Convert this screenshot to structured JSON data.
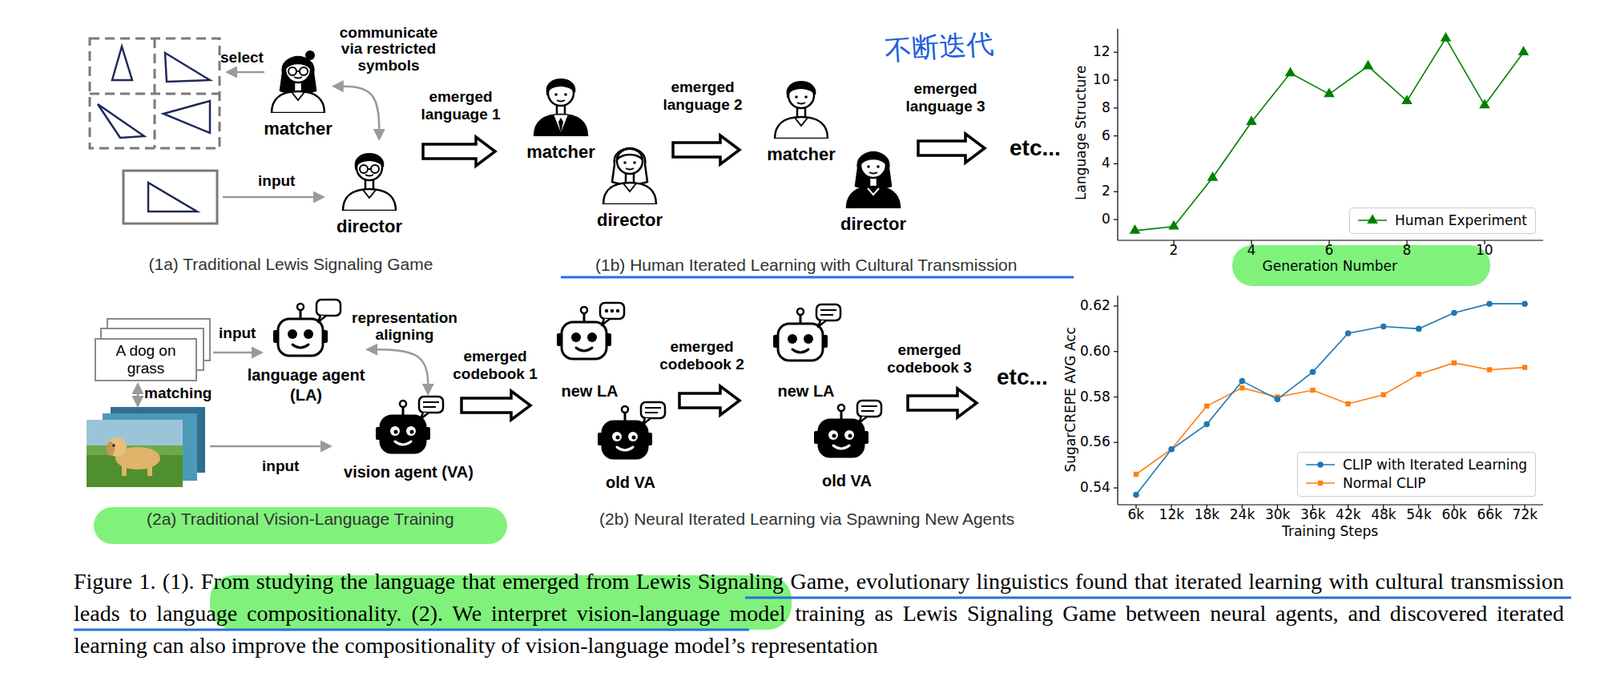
{
  "diagram": {
    "caption": "Figure 1. (1). From studying the language that emerged from Lewis Signaling Game, evolutionary linguistics found that iterated learning with cultural transmission leads to language compositionality. (2). We interpret vision-language model training as Lewis Signaling Game between neural agents, and discovered iterated learning can also improve the compositionality of vision-language model’s representation",
    "nodes": [
      {
        "text": [
          "matcher"
        ]
      },
      {
        "text": [
          "director"
        ]
      },
      {
        "text": [
          "matcher"
        ]
      },
      {
        "text": [
          "director"
        ]
      },
      {
        "text": [
          "matcher"
        ]
      },
      {
        "text": [
          "director"
        ]
      },
      {
        "text": [
          "A dog on grass"
        ]
      },
      {
        "text": [
          "language agent (LA)"
        ]
      },
      {
        "text": [
          "vision agent (VA)"
        ]
      },
      {
        "text": [
          "new LA"
        ]
      },
      {
        "text": [
          "old VA"
        ]
      },
      {
        "text": [
          "new LA"
        ]
      },
      {
        "text": [
          "old VA"
        ]
      }
    ],
    "edges": [
      {
        "from": 0,
        "to": 1,
        "arrow": "both",
        "label": "communicate via restricted symbols"
      },
      {
        "from": 7,
        "to": 8,
        "arrow": "both",
        "label": "representation aligning"
      }
    ],
    "labels": [
      "select",
      "input",
      "emerged language 1",
      "emerged language 2",
      "emerged language 3",
      "etc...",
      "不断迭代",
      "(1a) Traditional Lewis Signaling Game",
      "(1b) Human Iterated Learning with Cultural Transmission",
      "Language Structure",
      "0",
      "2",
      "4",
      "6",
      "8",
      "10",
      "12",
      "2",
      "4",
      "6",
      "8",
      "10",
      "Generation Number",
      "input",
      "matching",
      "input",
      "emerged codebook 1",
      "emerged codebook 2",
      "emerged codebook 3",
      "etc...",
      "(2a) Traditional Vision-Language Training",
      "(2b) Neural Iterated Learning via Spawning New Agents",
      "SugarCREPE AVG Acc",
      "0.54",
      "0.56",
      "0.58",
      "0.60",
      "0.62",
      "6k",
      "12k",
      "18k",
      "24k",
      "30k",
      "36k",
      "42k",
      "48k",
      "54k",
      "60k",
      "66k",
      "72k",
      "Training Steps"
    ],
    "legend": [
      {
        "text": "Human Experiment"
      },
      {
        "text": "CLIP with Iterated Learning"
      },
      {
        "text": "Normal CLIP"
      }
    ]
  }
}
